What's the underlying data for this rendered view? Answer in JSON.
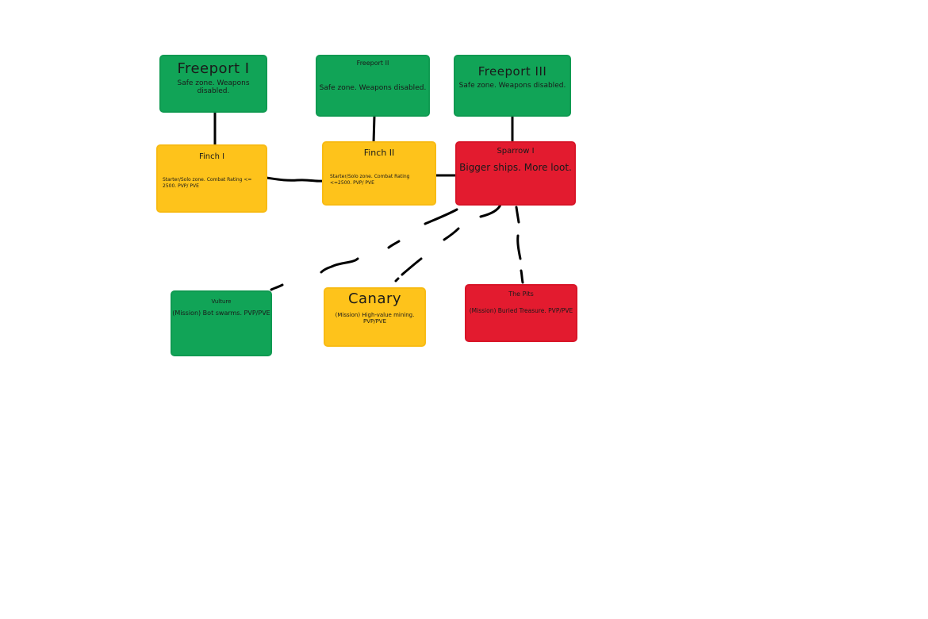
{
  "diagram": {
    "colors": {
      "safe": "#11a457",
      "starter": "#fec31b",
      "danger": "#e31b2f",
      "edge": "#000000"
    },
    "nodes": {
      "freeport_1": {
        "title": "Freeport I",
        "desc": "Safe zone. Weapons disabled.",
        "color": "green"
      },
      "freeport_2": {
        "title": "Freeport II",
        "desc": "Safe zone. Weapons disabled.",
        "color": "green"
      },
      "freeport_3": {
        "title": "Freeport III",
        "desc": "Safe zone. Weapons disabled.",
        "color": "green"
      },
      "finch_1": {
        "title": "Finch I",
        "desc": "Starter/Solo zone. Combat Rating <= 2500. PVP/ PVE",
        "color": "yellow"
      },
      "finch_2": {
        "title": "Finch II",
        "desc": "Starter/Solo zone. Combat Rating <=2500. PVP/ PVE",
        "color": "yellow"
      },
      "sparrow_1": {
        "title": "Sparrow I",
        "desc": "Bigger ships. More loot.",
        "color": "red"
      },
      "vulture": {
        "title": "Vulture",
        "desc": "(Mission) Bot swarms. PVP/PVE",
        "color": "green"
      },
      "canary": {
        "title": "Canary",
        "desc": "(Mission) High-value mining. PVP/PVE",
        "color": "yellow"
      },
      "the_pits": {
        "title": "The Pits",
        "desc": "(Mission) Buried Treasure. PVP/PVE",
        "color": "red"
      }
    },
    "edges": [
      {
        "from": "freeport_1",
        "to": "finch_1",
        "style": "solid"
      },
      {
        "from": "freeport_2",
        "to": "finch_2",
        "style": "solid"
      },
      {
        "from": "freeport_3",
        "to": "sparrow_1",
        "style": "solid"
      },
      {
        "from": "finch_1",
        "to": "finch_2",
        "style": "solid"
      },
      {
        "from": "finch_2",
        "to": "sparrow_1",
        "style": "solid"
      },
      {
        "from": "sparrow_1",
        "to": "vulture",
        "style": "dashed"
      },
      {
        "from": "sparrow_1",
        "to": "canary",
        "style": "dashed"
      },
      {
        "from": "sparrow_1",
        "to": "the_pits",
        "style": "dashed"
      }
    ]
  }
}
